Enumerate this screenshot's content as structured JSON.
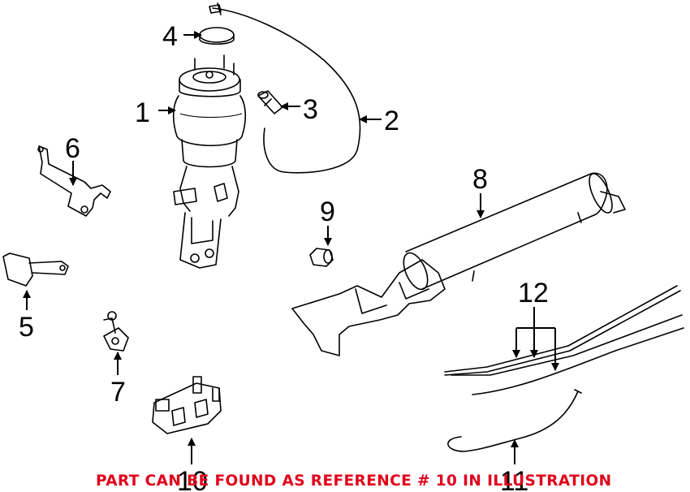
{
  "colors": {
    "line": "#000000",
    "notice": "#e0001b",
    "background": "#ffffff"
  },
  "callouts": {
    "c1": "1",
    "c2": "2",
    "c3": "3",
    "c4": "4",
    "c5": "5",
    "c6": "6",
    "c7": "7",
    "c8": "8",
    "c9": "9",
    "c10": "10",
    "c11": "11",
    "c12": "12"
  },
  "notice": "PART CAN BE FOUND AS REFERENCE # 10 IN ILLUSTRATION"
}
